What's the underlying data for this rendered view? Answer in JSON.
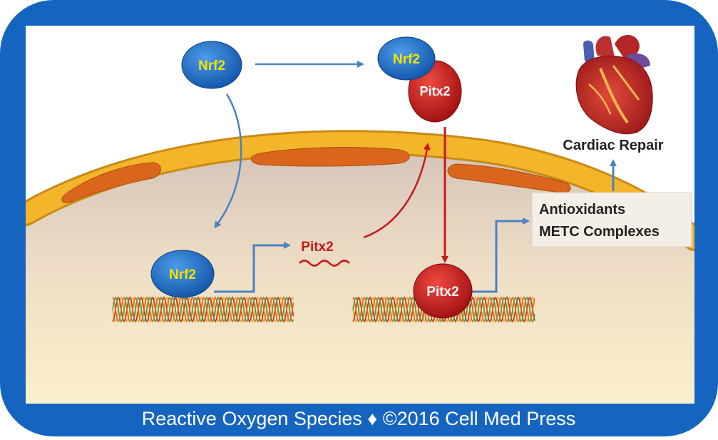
{
  "labels": {
    "nrf2_top": "Nrf2",
    "nrf2_complex": "Nrf2",
    "pitx2_complex": "Pitx2",
    "nrf2_dna": "Nrf2",
    "pitx2_mrna": "Pitx2",
    "pitx2_dna": "Pitx2",
    "cardiac_repair": "Cardiac Repair",
    "antioxidants": "Antioxidants",
    "metc": "METC Complexes"
  },
  "footer": "Reactive Oxygen Species ♦ ©2016 Cell Med Press",
  "colors": {
    "frame": "#1565c0",
    "nrf2": "#1f6fc9",
    "nrf2_text": "#f2e200",
    "pitx2": "#c8171b",
    "arrow_blue": "#4a83c4",
    "arrow_red": "#c41a1a",
    "membrane": "#f0a81e",
    "footer_text": "#ffffff"
  }
}
